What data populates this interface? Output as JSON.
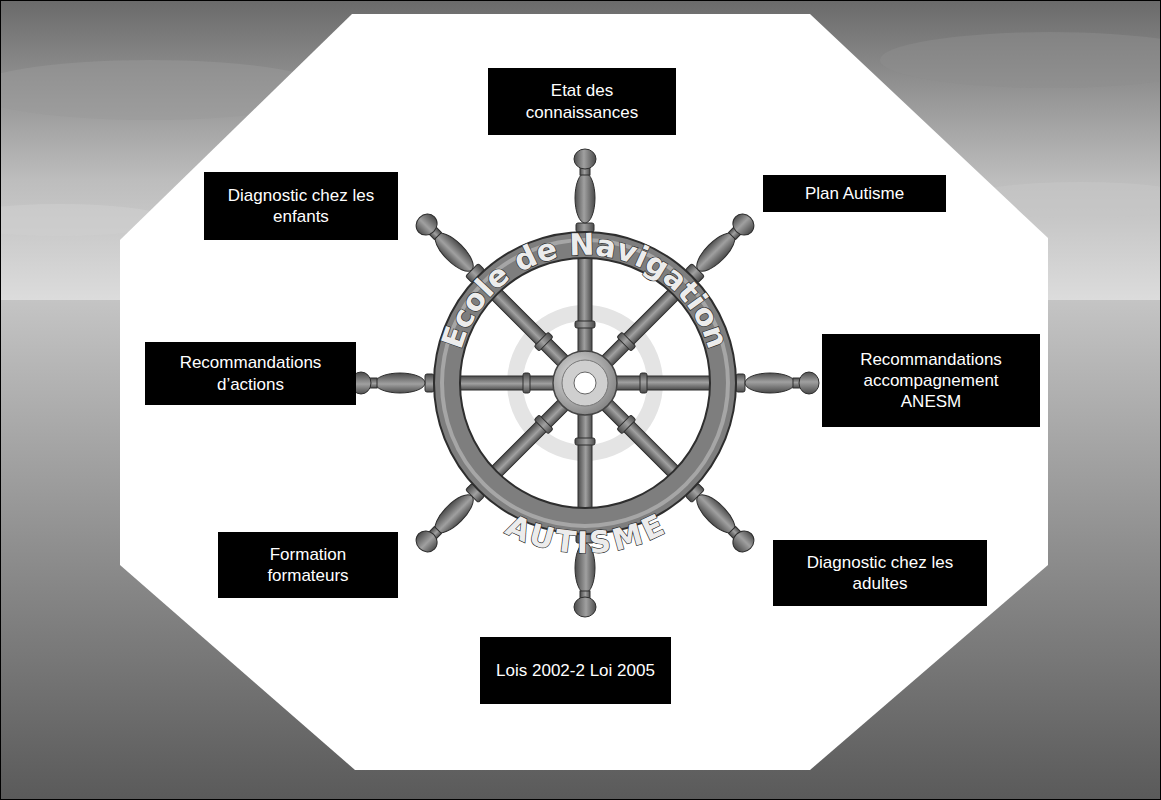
{
  "diagram": {
    "nodes": [
      {
        "text": [
          "Etat des connaissances"
        ]
      },
      {
        "text": [
          "Diagnostic chez les enfants"
        ]
      },
      {
        "text": [
          "Plan Autisme"
        ]
      },
      {
        "text": [
          "Recommandations d’actions"
        ]
      },
      {
        "text": [
          "Recommandations accompagnement ANESM"
        ]
      },
      {
        "text": [
          "Formation formateurs"
        ]
      },
      {
        "text": [
          "Diagnostic chez les adultes"
        ]
      },
      {
        "text": [
          "Lois 2002-2 Loi 2005"
        ]
      }
    ],
    "labels": [
      "Ecole de Navigation",
      "AUTISME"
    ]
  }
}
